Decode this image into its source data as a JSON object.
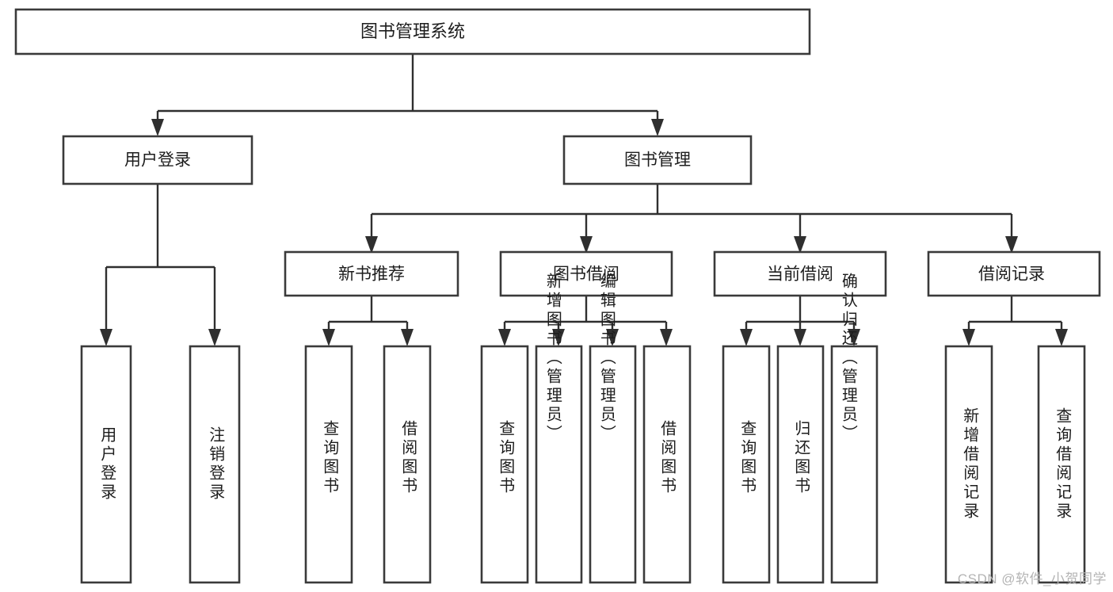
{
  "diagram": {
    "type": "tree",
    "title": "图书管理系统",
    "watermark": "CSDN @软件_小贺同学",
    "colors": {
      "box_stroke": "#3a3a3a",
      "connector": "#2f2f2f",
      "box_fill": "#ffffff",
      "text": "#1d1d1d",
      "background": "#ffffff",
      "watermark": "#b4b4b4"
    },
    "root": {
      "id": "root",
      "label": "图书管理系统"
    },
    "level2": [
      {
        "id": "user-login",
        "label": "用户登录"
      },
      {
        "id": "book-manage",
        "label": "图书管理"
      }
    ],
    "level3": [
      {
        "id": "new-book-recommend",
        "label": "新书推荐",
        "parent": "book-manage"
      },
      {
        "id": "book-borrow",
        "label": "图书借阅",
        "parent": "book-manage"
      },
      {
        "id": "current-borrow",
        "label": "当前借阅",
        "parent": "book-manage"
      },
      {
        "id": "borrow-record",
        "label": "借阅记录",
        "parent": "book-manage"
      }
    ],
    "leaves": [
      {
        "id": "leaf-user-login",
        "label": "用户登录",
        "parent": "user-login"
      },
      {
        "id": "leaf-logout-login",
        "label": "注销登录",
        "parent": "user-login"
      },
      {
        "id": "leaf-query-book-1",
        "label": "查询图书",
        "parent": "new-book-recommend"
      },
      {
        "id": "leaf-borrow-book-1",
        "label": "借阅图书",
        "parent": "new-book-recommend"
      },
      {
        "id": "leaf-query-book-2",
        "label": "查询图书",
        "parent": "book-borrow"
      },
      {
        "id": "leaf-add-book",
        "label": "新增图书（管理员）",
        "parent": "book-borrow"
      },
      {
        "id": "leaf-edit-book",
        "label": "编辑图书（管理员）",
        "parent": "book-borrow"
      },
      {
        "id": "leaf-borrow-book-2",
        "label": "借阅图书",
        "parent": "book-borrow"
      },
      {
        "id": "leaf-query-book-3",
        "label": "查询图书",
        "parent": "current-borrow"
      },
      {
        "id": "leaf-return-book",
        "label": "归还图书",
        "parent": "current-borrow"
      },
      {
        "id": "leaf-confirm-return",
        "label": "确认归还（管理员）",
        "parent": "current-borrow"
      },
      {
        "id": "leaf-add-record",
        "label": "新增借阅记录",
        "parent": "borrow-record"
      },
      {
        "id": "leaf-query-record",
        "label": "查询借阅记录",
        "parent": "borrow-record"
      }
    ]
  }
}
